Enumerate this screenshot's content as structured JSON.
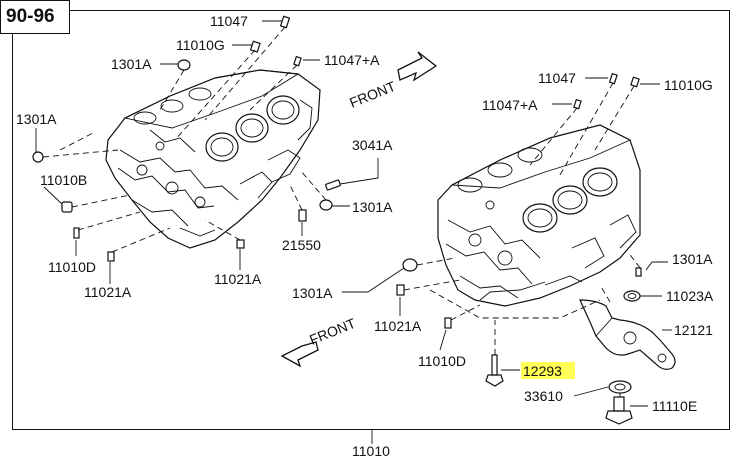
{
  "diagram": {
    "section_code": "90-96",
    "assembly_number": "11010",
    "direction_labels": {
      "upper": "FRONT",
      "lower": "FRONT"
    },
    "callouts": {
      "c11047_left": "11047",
      "c11010g_left": "11010G",
      "c1301a_top": "1301A",
      "c11047a_left": "11047+A",
      "c1301a_left": "1301A",
      "c11010b": "11010B",
      "c3041a": "3041A",
      "c1301a_mid": "1301A",
      "c21550": "21550",
      "c11010d_left": "11010D",
      "c11021a_left": "11021A",
      "c11021a_mid": "11021A",
      "c11047_right": "11047",
      "c11010g_right": "11010G",
      "c11047a_right": "11047+A",
      "c1301a_right": "1301A",
      "c11023a": "11023A",
      "c12121": "12121",
      "c1301a_lower": "1301A",
      "c11021a_right": "11021A",
      "c11010d_right": "11010D",
      "c12293": "12293",
      "c33610": "33610",
      "c11110e": "11110E"
    },
    "highlight_color": "#ffff55"
  }
}
